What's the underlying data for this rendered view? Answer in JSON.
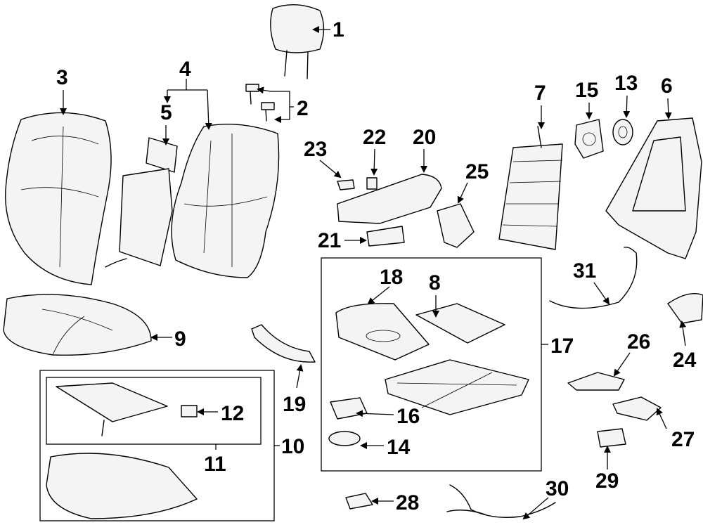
{
  "callouts": [
    "1",
    "2",
    "3",
    "4",
    "5",
    "6",
    "7",
    "8",
    "9",
    "10",
    "11",
    "12",
    "13",
    "14",
    "15",
    "16",
    "17",
    "18",
    "19",
    "20",
    "21",
    "22",
    "23",
    "24",
    "25",
    "26",
    "27",
    "28",
    "29",
    "30",
    "31"
  ],
  "colors": {
    "line": "#000000",
    "background": "#ffffff"
  }
}
